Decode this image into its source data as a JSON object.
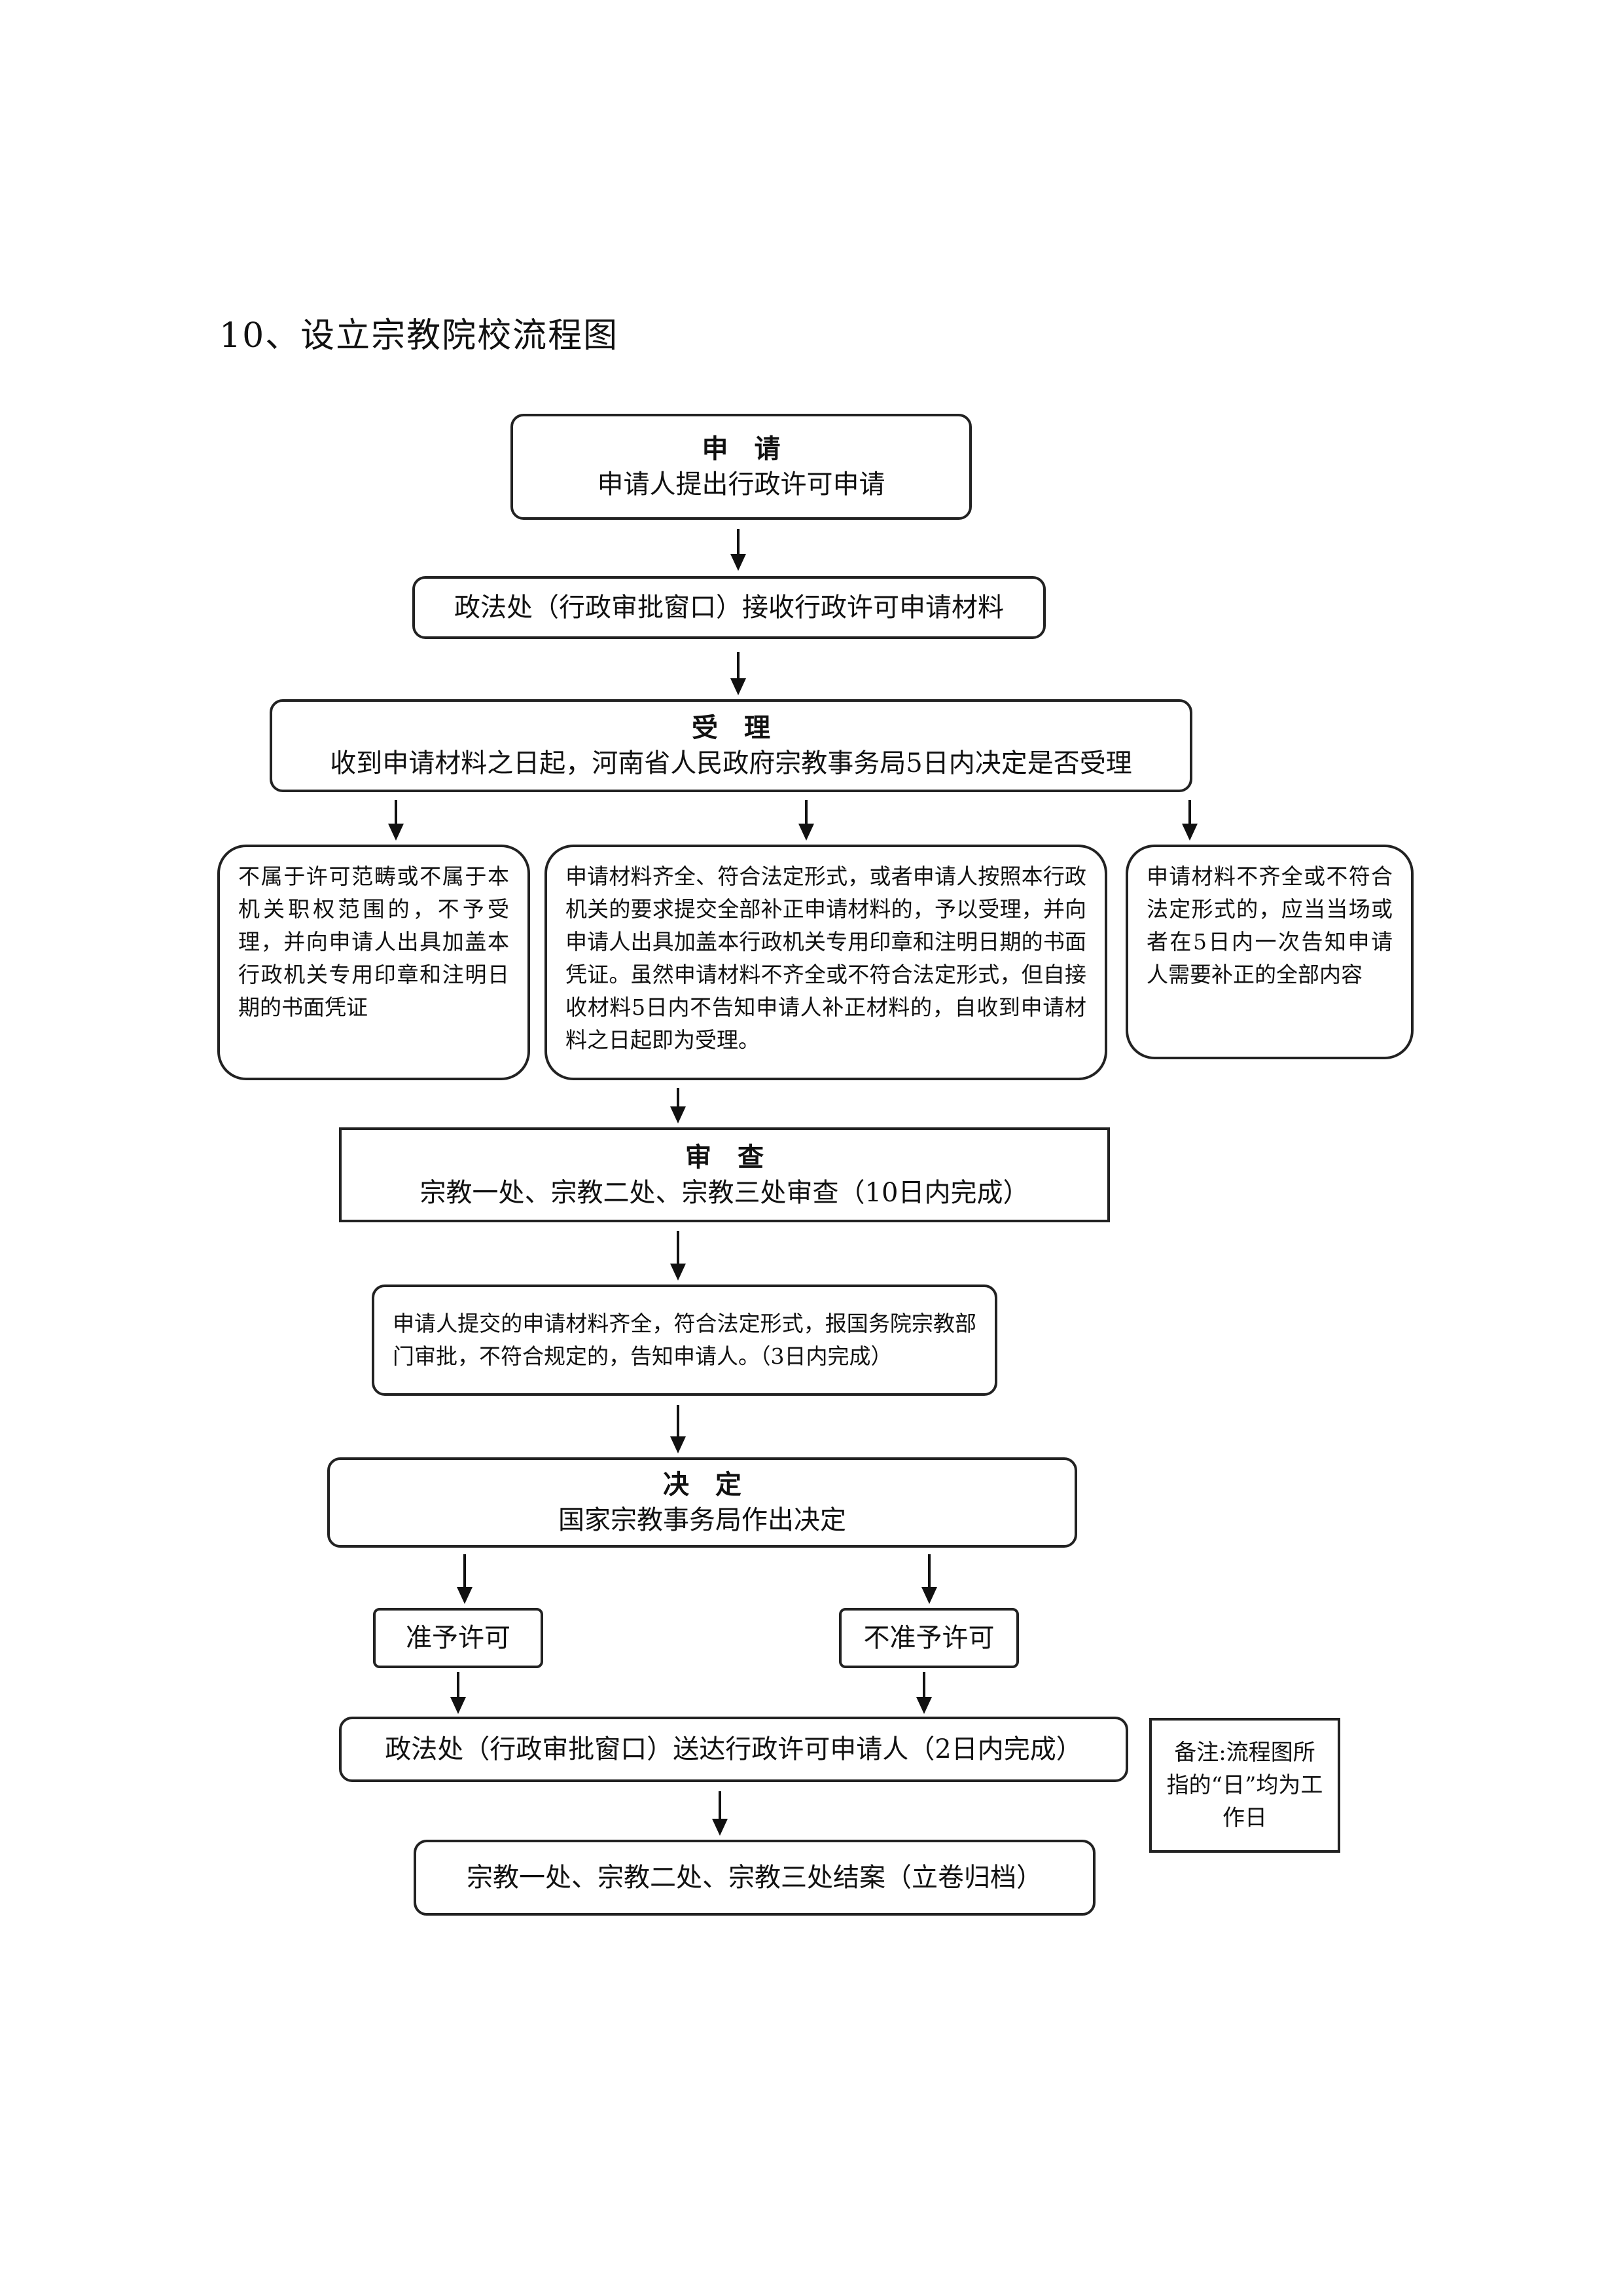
{
  "title": "10、设立宗教院校流程图",
  "boxes": {
    "apply": {
      "title": "申请",
      "body": "申请人提出行政许可申请"
    },
    "receive": {
      "body": "政法处（行政审批窗口）接收行政许可申请材料"
    },
    "accept": {
      "title": "受理",
      "body": "收到申请材料之日起，河南省人民政府宗教事务局5日内决定是否受理"
    },
    "left": {
      "body": "不属于许可范畴或不属于本机关职权范围的，不予受理，并向申请人出具加盖本行政机关专用印章和注明日期的书面凭证"
    },
    "middle": {
      "body": "申请材料齐全、符合法定形式，或者申请人按照本行政机关的要求提交全部补正申请材料的，予以受理，并向申请人出具加盖本行政机关专用印章和注明日期的书面凭证。虽然申请材料不齐全或不符合法定形式，但自接收材料5日内不告知申请人补正材料的，自收到申请材料之日起即为受理。"
    },
    "right": {
      "body": "申请材料不齐全或不符合法定形式的，应当当场或者在5日内一次告知申请人需要补正的全部内容"
    },
    "review": {
      "title": "审查",
      "body": "宗教一处、宗教二处、宗教三处审查（10日内完成）"
    },
    "report": {
      "body": "申请人提交的申请材料齐全，符合法定形式，报国务院宗教部门审批，不符合规定的，告知申请人。（3日内完成）"
    },
    "decide": {
      "title": "决定",
      "body": "国家宗教事务局作出决定"
    },
    "approve": {
      "body": "准予许可"
    },
    "reject": {
      "body": "不准予许可"
    },
    "deliver": {
      "body": "政法处（行政审批窗口）送达行政许可申请人（2日内完成）"
    },
    "archive": {
      "body": "宗教一处、宗教二处、宗教三处结案（立卷归档）"
    },
    "note": {
      "body": "备注:流程图所指的“日”均为工作日"
    }
  }
}
